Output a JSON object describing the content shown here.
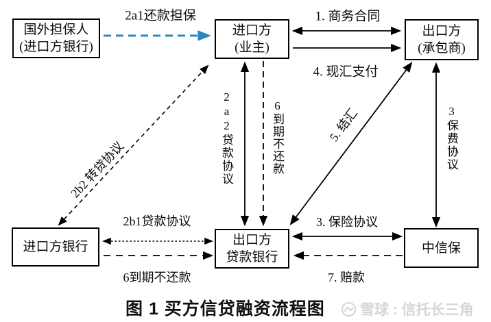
{
  "page": {
    "background": "#ffffff"
  },
  "boxes": {
    "guarantor": {
      "line1": "国外担保人",
      "line2": "(进口方银行)"
    },
    "importer": {
      "line1": "进口方",
      "line2": "(业主)"
    },
    "exporter": {
      "line1": "出口方",
      "line2": "(承包商)"
    },
    "importer_bank": {
      "line1": "进口方银行"
    },
    "lender_bank": {
      "line1": "出口方",
      "line2": "贷款银行"
    },
    "sinosure": {
      "line1": "中信保"
    }
  },
  "edges": {
    "repayment_guarantee": {
      "label": "2a1还款担保",
      "style": "dashed",
      "color": "#2e86c1",
      "from": "guarantor",
      "to": "importer"
    },
    "commercial_contract": {
      "label": "1. 商务合同",
      "style": "solid-double",
      "from": "importer",
      "to": "exporter"
    },
    "cash_payment": {
      "label": "4. 现汇支付",
      "style": "solid",
      "from": "importer",
      "to": "exporter"
    },
    "loan_agreement_2a2": {
      "label": "2a2贷款协议",
      "style": "solid-double",
      "from": "importer",
      "to": "lender_bank"
    },
    "overdue_nonpayment_mid": {
      "label": "6到期不还款",
      "style": "dashed",
      "from": "importer",
      "to": "lender_bank"
    },
    "settlement": {
      "label": "5. 结汇",
      "style": "solid-double",
      "from": "lender_bank",
      "to": "exporter"
    },
    "premium_agreement": {
      "label": "3保费协议",
      "style": "solid-double",
      "from": "sinosure",
      "to": "exporter"
    },
    "onlending_agreement": {
      "label": "2b2 转贷协议",
      "style": "dashed-double",
      "from": "importer",
      "to": "importer_bank"
    },
    "loan_agreement_2b1": {
      "label": "2b1贷款协议",
      "style": "dotted-double",
      "from": "importer_bank",
      "to": "lender_bank"
    },
    "overdue_nonpayment_bottom": {
      "label": "6到期不还款",
      "style": "dashed",
      "from": "importer_bank",
      "to": "lender_bank"
    },
    "insurance_agreement": {
      "label": "3. 保险协议",
      "style": "solid-double",
      "from": "lender_bank",
      "to": "sinosure"
    },
    "indemnity": {
      "label": "7. 赔款",
      "style": "dashed",
      "from": "sinosure",
      "to": "lender_bank"
    }
  },
  "caption": "图 1 买方信贷融资流程图",
  "watermark": {
    "logo": "xueqiu-snowball-logo",
    "text": "雪球 : 信托长三角",
    "color": "#d6d6d6"
  }
}
